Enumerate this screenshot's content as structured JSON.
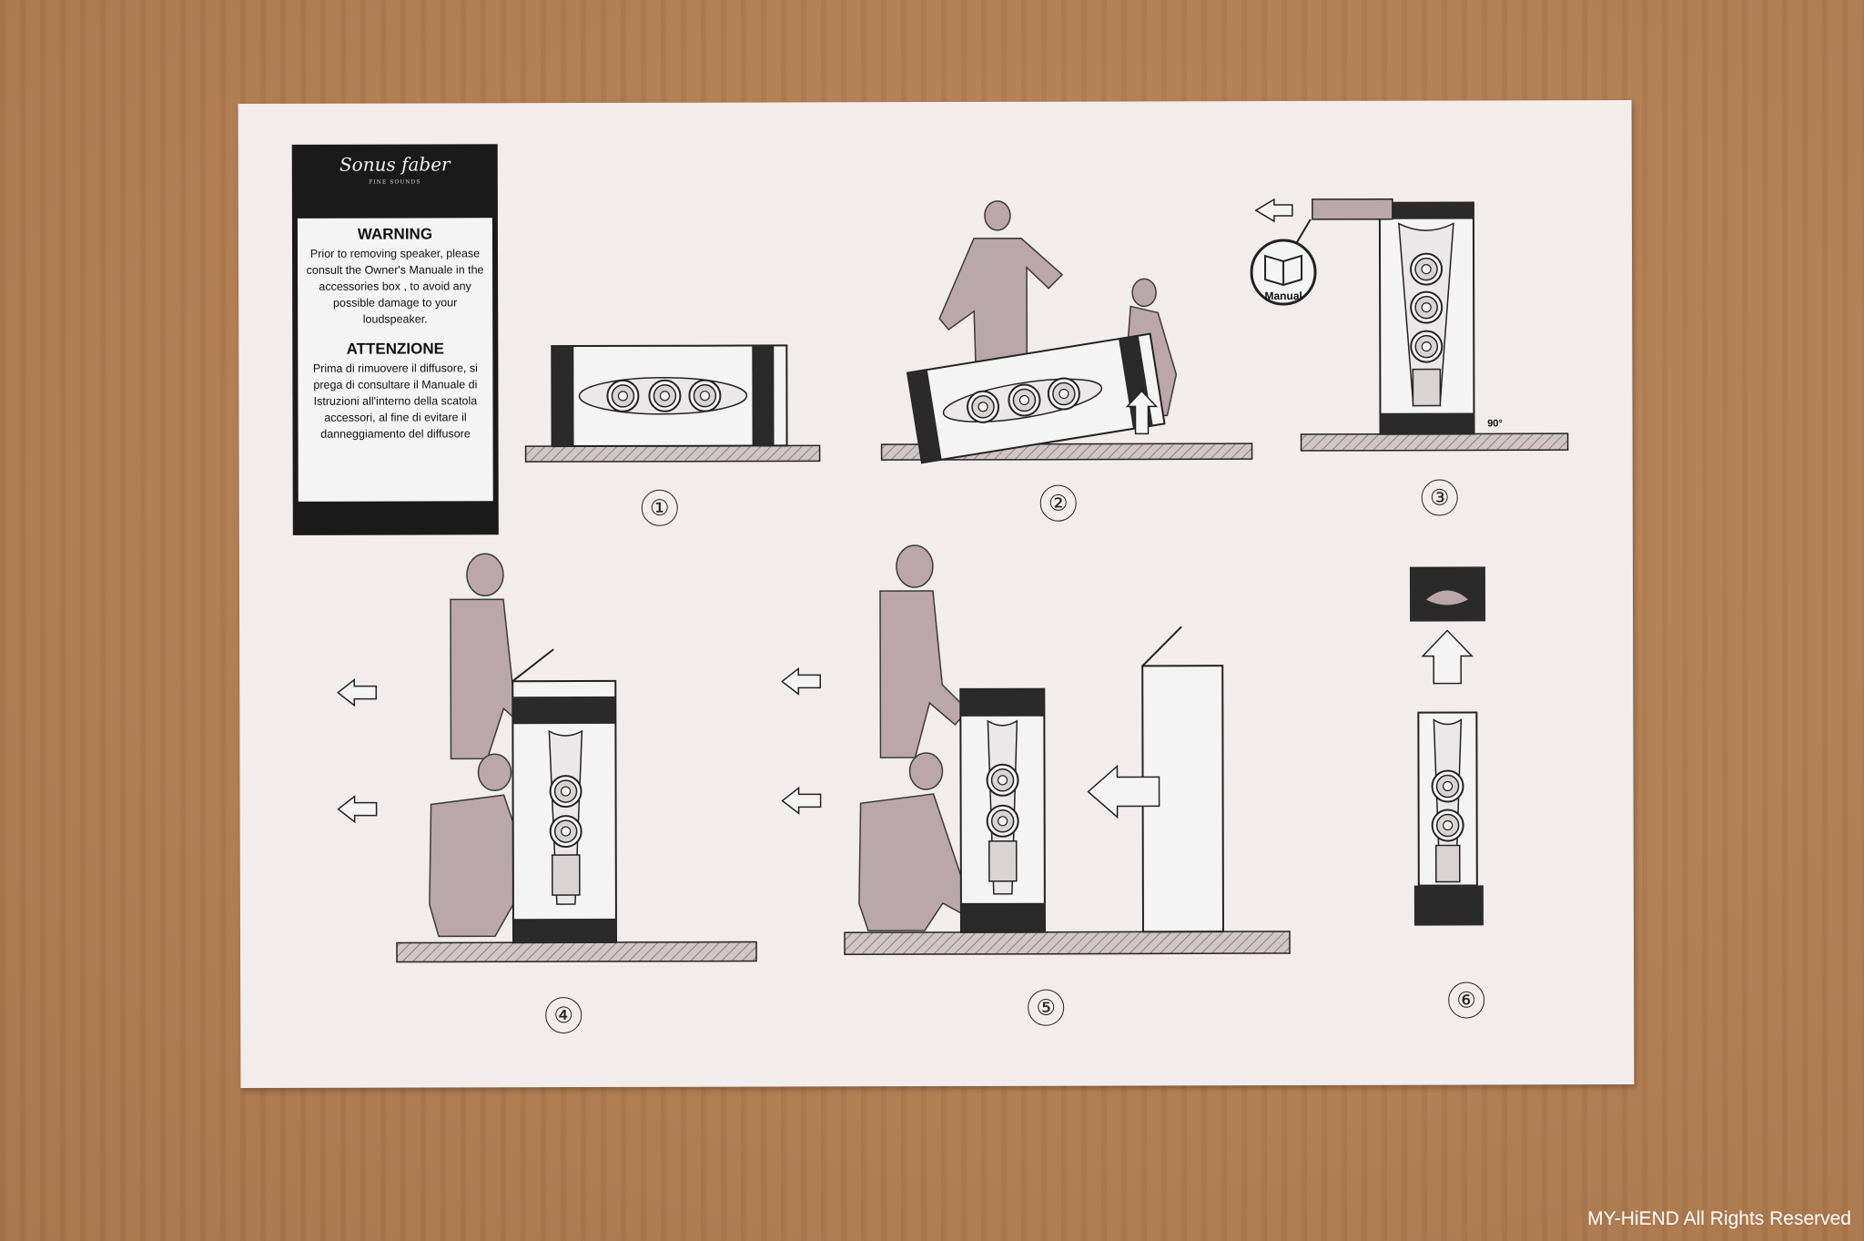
{
  "brand": {
    "name": "Sonus faber",
    "tagline": "FINE SOUNDS"
  },
  "warning": {
    "title_en": "WARNING",
    "body_en": "Prior to removing speaker, please consult the Owner's Manuale in the accessories box , to avoid any possible damage to your loudspeaker.",
    "title_it": "ATTENZIONE",
    "body_it": "Prima di rimuovere il diffusore, si prega di consultare il Manuale di Istruzioni all'interno della scatola accessori, al fine di evitare il danneggiamento del diffusore"
  },
  "steps": [
    {
      "number": "①"
    },
    {
      "number": "②"
    },
    {
      "number": "③"
    },
    {
      "number": "④"
    },
    {
      "number": "⑤"
    },
    {
      "number": "⑥"
    }
  ],
  "labels": {
    "manual": "Manual",
    "angle": "90°"
  },
  "watermark": "MY-HiEND All Rights Reserved",
  "colors": {
    "cardboard": "#b27d52",
    "paper": "#f2eced",
    "figure": "#bba6aa",
    "dark": "#222222"
  }
}
